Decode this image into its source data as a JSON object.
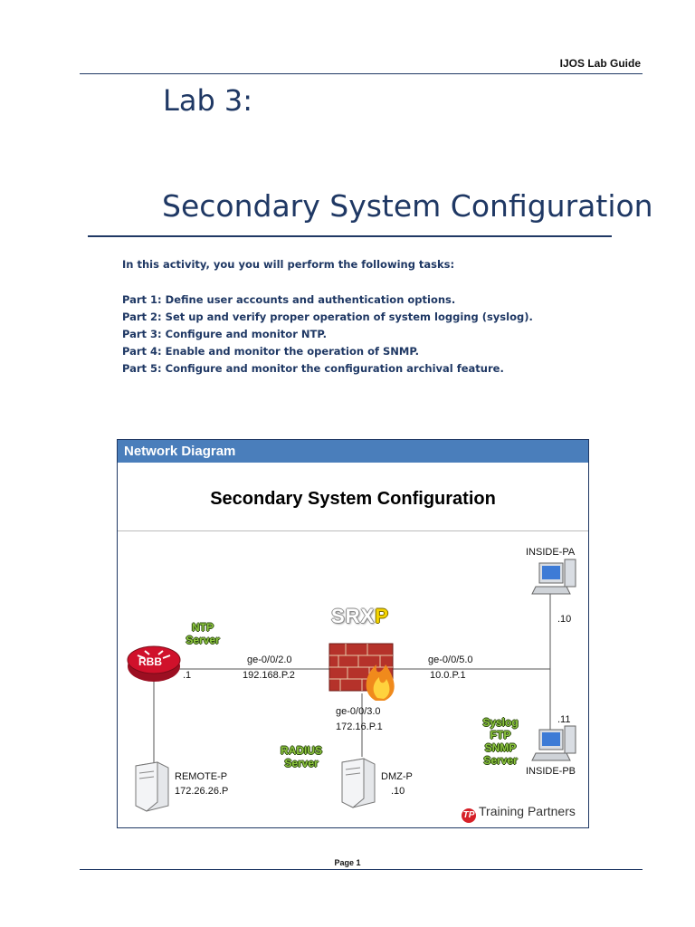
{
  "header": {
    "guide_title": "IJOS Lab Guide"
  },
  "lab": {
    "number_title": "Lab 3:",
    "title": "Secondary System Configuration",
    "intro": "In this activity, you you will perform the following tasks:",
    "parts": [
      "Part 1: Define user accounts and authentication options.",
      "Part 2: Set up and verify proper operation of system logging (syslog).",
      "Part 3: Configure and monitor NTP.",
      "Part 4: Enable and monitor the operation of SNMP.",
      "Part 5: Configure and monitor the configuration archival feature."
    ]
  },
  "diagram": {
    "header": "Network Diagram",
    "subtitle": "Secondary System Configuration",
    "srx_label": "SRX",
    "srx_suffix": "P",
    "rbb_label": "RBB",
    "ntp_label": "NTP",
    "ntp_label2": "Server",
    "radius_label": "RADIUS",
    "radius_label2": "Server",
    "syslog_labels": [
      "Syslog",
      "FTP",
      "SNMP",
      "Server"
    ],
    "iface_left": "ge-0/0/2.0",
    "subnet_left": "192.168.P.2",
    "rbb_addr": ".1",
    "iface_right": "ge-0/0/5.0",
    "subnet_right": "10.0.P.1",
    "iface_bottom": "ge-0/0/3.0",
    "subnet_bottom": "172.16.P.1",
    "inside_pa": "INSIDE-PA",
    "inside_pa_addr": ".10",
    "inside_pb": "INSIDE-PB",
    "inside_pb_addr": ".11",
    "remote_name": "REMOTE-P",
    "remote_addr": "172.26.26.P",
    "dmz_name": "DMZ-P",
    "dmz_addr": ".10",
    "brand": "Training Partners",
    "brand_mark": "TP",
    "colors": {
      "header_bg": "#4a7ebb",
      "server_label": "#8dc63f",
      "router": "#c8102e",
      "firewall_brick": "#b5322a"
    }
  },
  "footer": {
    "page": "Page 1"
  }
}
